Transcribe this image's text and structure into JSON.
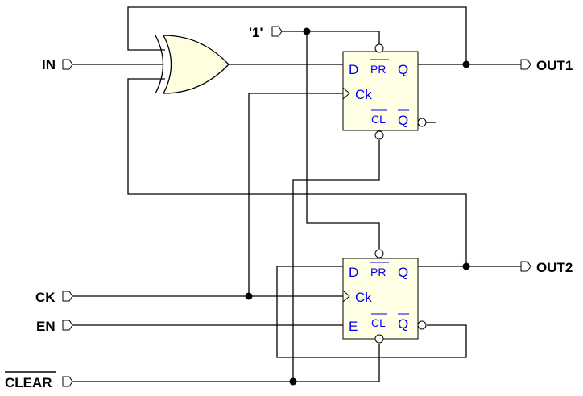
{
  "inputs": {
    "in": "IN",
    "const_one": "'1'",
    "ck": "CK",
    "en": "EN",
    "clear": "CLEAR"
  },
  "outputs": {
    "out1": "OUT1",
    "out2": "OUT2"
  },
  "flipflop1": {
    "d": "D",
    "pr": "PR",
    "q": "Q",
    "ck": "Ck",
    "cl": "CL",
    "qbar": "Q"
  },
  "flipflop2": {
    "d": "D",
    "pr": "PR",
    "q": "Q",
    "ck": "Ck",
    "e": "E",
    "cl": "CL",
    "qbar": "Q"
  },
  "colors": {
    "label_blue": "#0000ee",
    "ff_fill": "#ffffe6",
    "xor_fill": "#ffffe0",
    "wire": "#000000"
  }
}
